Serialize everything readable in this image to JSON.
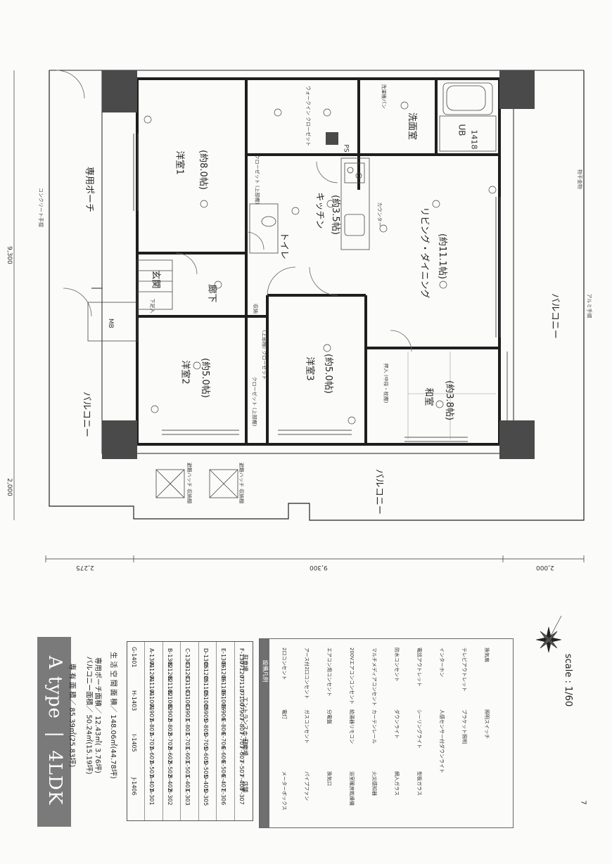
{
  "plan": {
    "rooms": {
      "western1": "洋室1",
      "western1_size": "(約8.0帖)",
      "western2": "洋室2",
      "western2_size": "(約5.0帖)",
      "western3": "洋室3",
      "western3_size": "(約5.0帖)",
      "japanese": "和室",
      "japanese_size": "(約3.8帖)",
      "kitchen": "キッチン",
      "kitchen_size": "(約3.5帖)",
      "living": "リビング・ダイニング",
      "living_size": "(約11.1帖)",
      "entrance": "玄関",
      "corridor": "廊下",
      "toilet": "トイレ",
      "washroom": "洗面室",
      "ub": "UB",
      "ub_size": "1418",
      "wic": "ウォークイン クローゼット",
      "closet": "クローゼット (上部棚)",
      "closet2": "(上部棚) クローゼット",
      "closet3": "クローゼット (上部棚)",
      "oshiire": "押入 (中段・枕棚)",
      "counter": "カウンター",
      "storage": "収納",
      "mb": "MB",
      "ps": "PS"
    },
    "exterior": {
      "private_porch": "専用ポーチ",
      "balcony_left": "バルコニー",
      "balcony_bottom": "バルコニー",
      "balcony_right": "バルコニー",
      "hatch1": "避難ハッチ 収納棚",
      "hatch2": "避難ハッチ 収納棚",
      "concrete_rail": "コンクリート手摺",
      "alumi_rail": "アルミ手摺",
      "laundry": "洗濯機パン",
      "shoes": "下足入",
      "stairs_note": "物干金物"
    },
    "dims": {
      "top_total": "9,300",
      "top_left": "2,000",
      "bottom_left": "2,275",
      "bottom_mid": "9,300",
      "bottom_right": "2,000"
    }
  },
  "title": {
    "type": "A type",
    "layout": "4LDK"
  },
  "areas": [
    {
      "label": "専 有 面 積／",
      "value": "85.39㎡(25.83坪)"
    },
    {
      "label": "バルコニー面積／",
      "value": "50.24㎡(15.19坪)"
    },
    {
      "label": "専用ポーチ面積／",
      "value": "12.43㎡( 3.76坪)"
    },
    {
      "label": "生 活 空 間 面 積／",
      "value": "148.06㎡(44.78坪)"
    }
  ],
  "units": {
    "headers": [
      "G-1401",
      "H-1403",
      "I-1405",
      "J-1406"
    ],
    "columns": [
      [
        "A-1301",
        "A-1201",
        "A-1101",
        "A-1001",
        "A-901",
        "A-801",
        "A-701",
        "A-601",
        "A-501",
        "A-401",
        "A-301"
      ],
      [
        "B-1302",
        "B-1202",
        "B-1102",
        "B-1002",
        "B-902",
        "B-802",
        "B-702",
        "B-602",
        "B-502",
        "B-402",
        "B-302"
      ],
      [
        "C-1303",
        "C-1203",
        "C-1103",
        "C-1003",
        "C-903",
        "C-803",
        "C-703",
        "C-603",
        "C-503",
        "C-403",
        "C-303"
      ],
      [
        "D-1305",
        "D-1205",
        "D-1105",
        "D-1005",
        "D-905",
        "D-805",
        "D-705",
        "D-605",
        "D-505",
        "D-405",
        "D-305"
      ],
      [
        "E-1306",
        "E-1206",
        "E-1106",
        "E-1006",
        "E-906",
        "E-806",
        "E-706",
        "E-606",
        "E-506",
        "E-407",
        "E-306"
      ],
      [
        "F-1307",
        "F-1207",
        "F-1107",
        "F-1007",
        "F-907",
        "F-807",
        "F-707",
        "F-607",
        "F-507",
        "F-408",
        "F-307"
      ]
    ],
    "footer": [
      "駐車場",
      "エントランスホール",
      "駐車場",
      "店舗"
    ]
  },
  "legend": {
    "title": "設備凡例",
    "items": [
      "2口コンセント",
      "アース付2口コンセント",
      "エアコン用コンセント",
      "200Vエアコンコンセント",
      "マルチメディアコンセント",
      "防水コンセント",
      "電話アウトレット",
      "インターホン",
      "テレビアウトレット",
      "換気扇",
      "電灯",
      "ガスコンセント",
      "分電盤",
      "給湯器リモコン",
      "カーテンレール",
      "ダウンライト",
      "シーリングライト",
      "人感センサー付ダウンライト",
      "ブラケット照明",
      "照明スイッチ",
      "メーターボックス",
      "パイプファン",
      "換気口",
      "浴室暖房乾燥機",
      "火災感知器",
      "網入ガラス",
      "型板ガラス"
    ]
  },
  "scale": "scale : 1/60",
  "page_number": "7",
  "colors": {
    "wall": "#1e1e1e",
    "column": "#555555",
    "title_bg": "#7a7a7a",
    "legend_head": "#6f6f6f"
  }
}
